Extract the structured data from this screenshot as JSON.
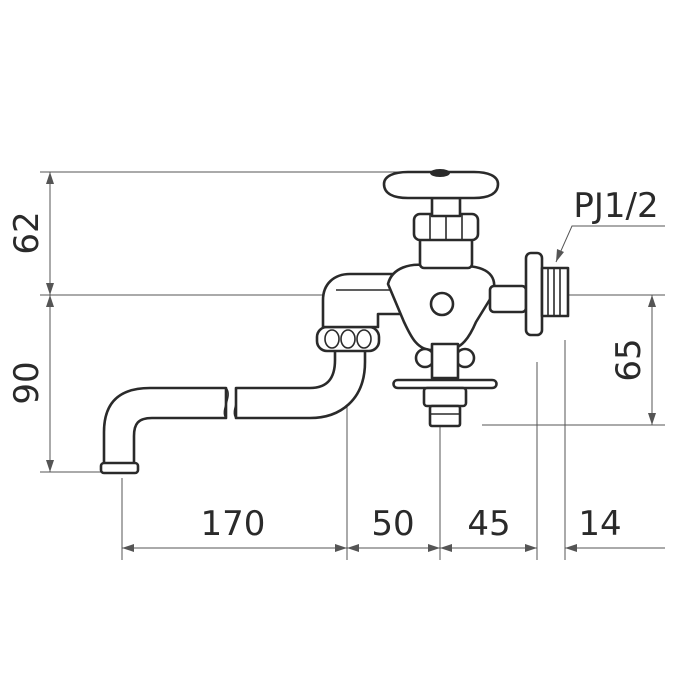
{
  "dimensions": {
    "top_height": "62",
    "lower_height": "90",
    "outlet_height": "65",
    "spout_length": "170",
    "body_offset": "50",
    "valve_to_wall": "45",
    "thread_length": "14"
  },
  "thread_label": "PJ1/2"
}
